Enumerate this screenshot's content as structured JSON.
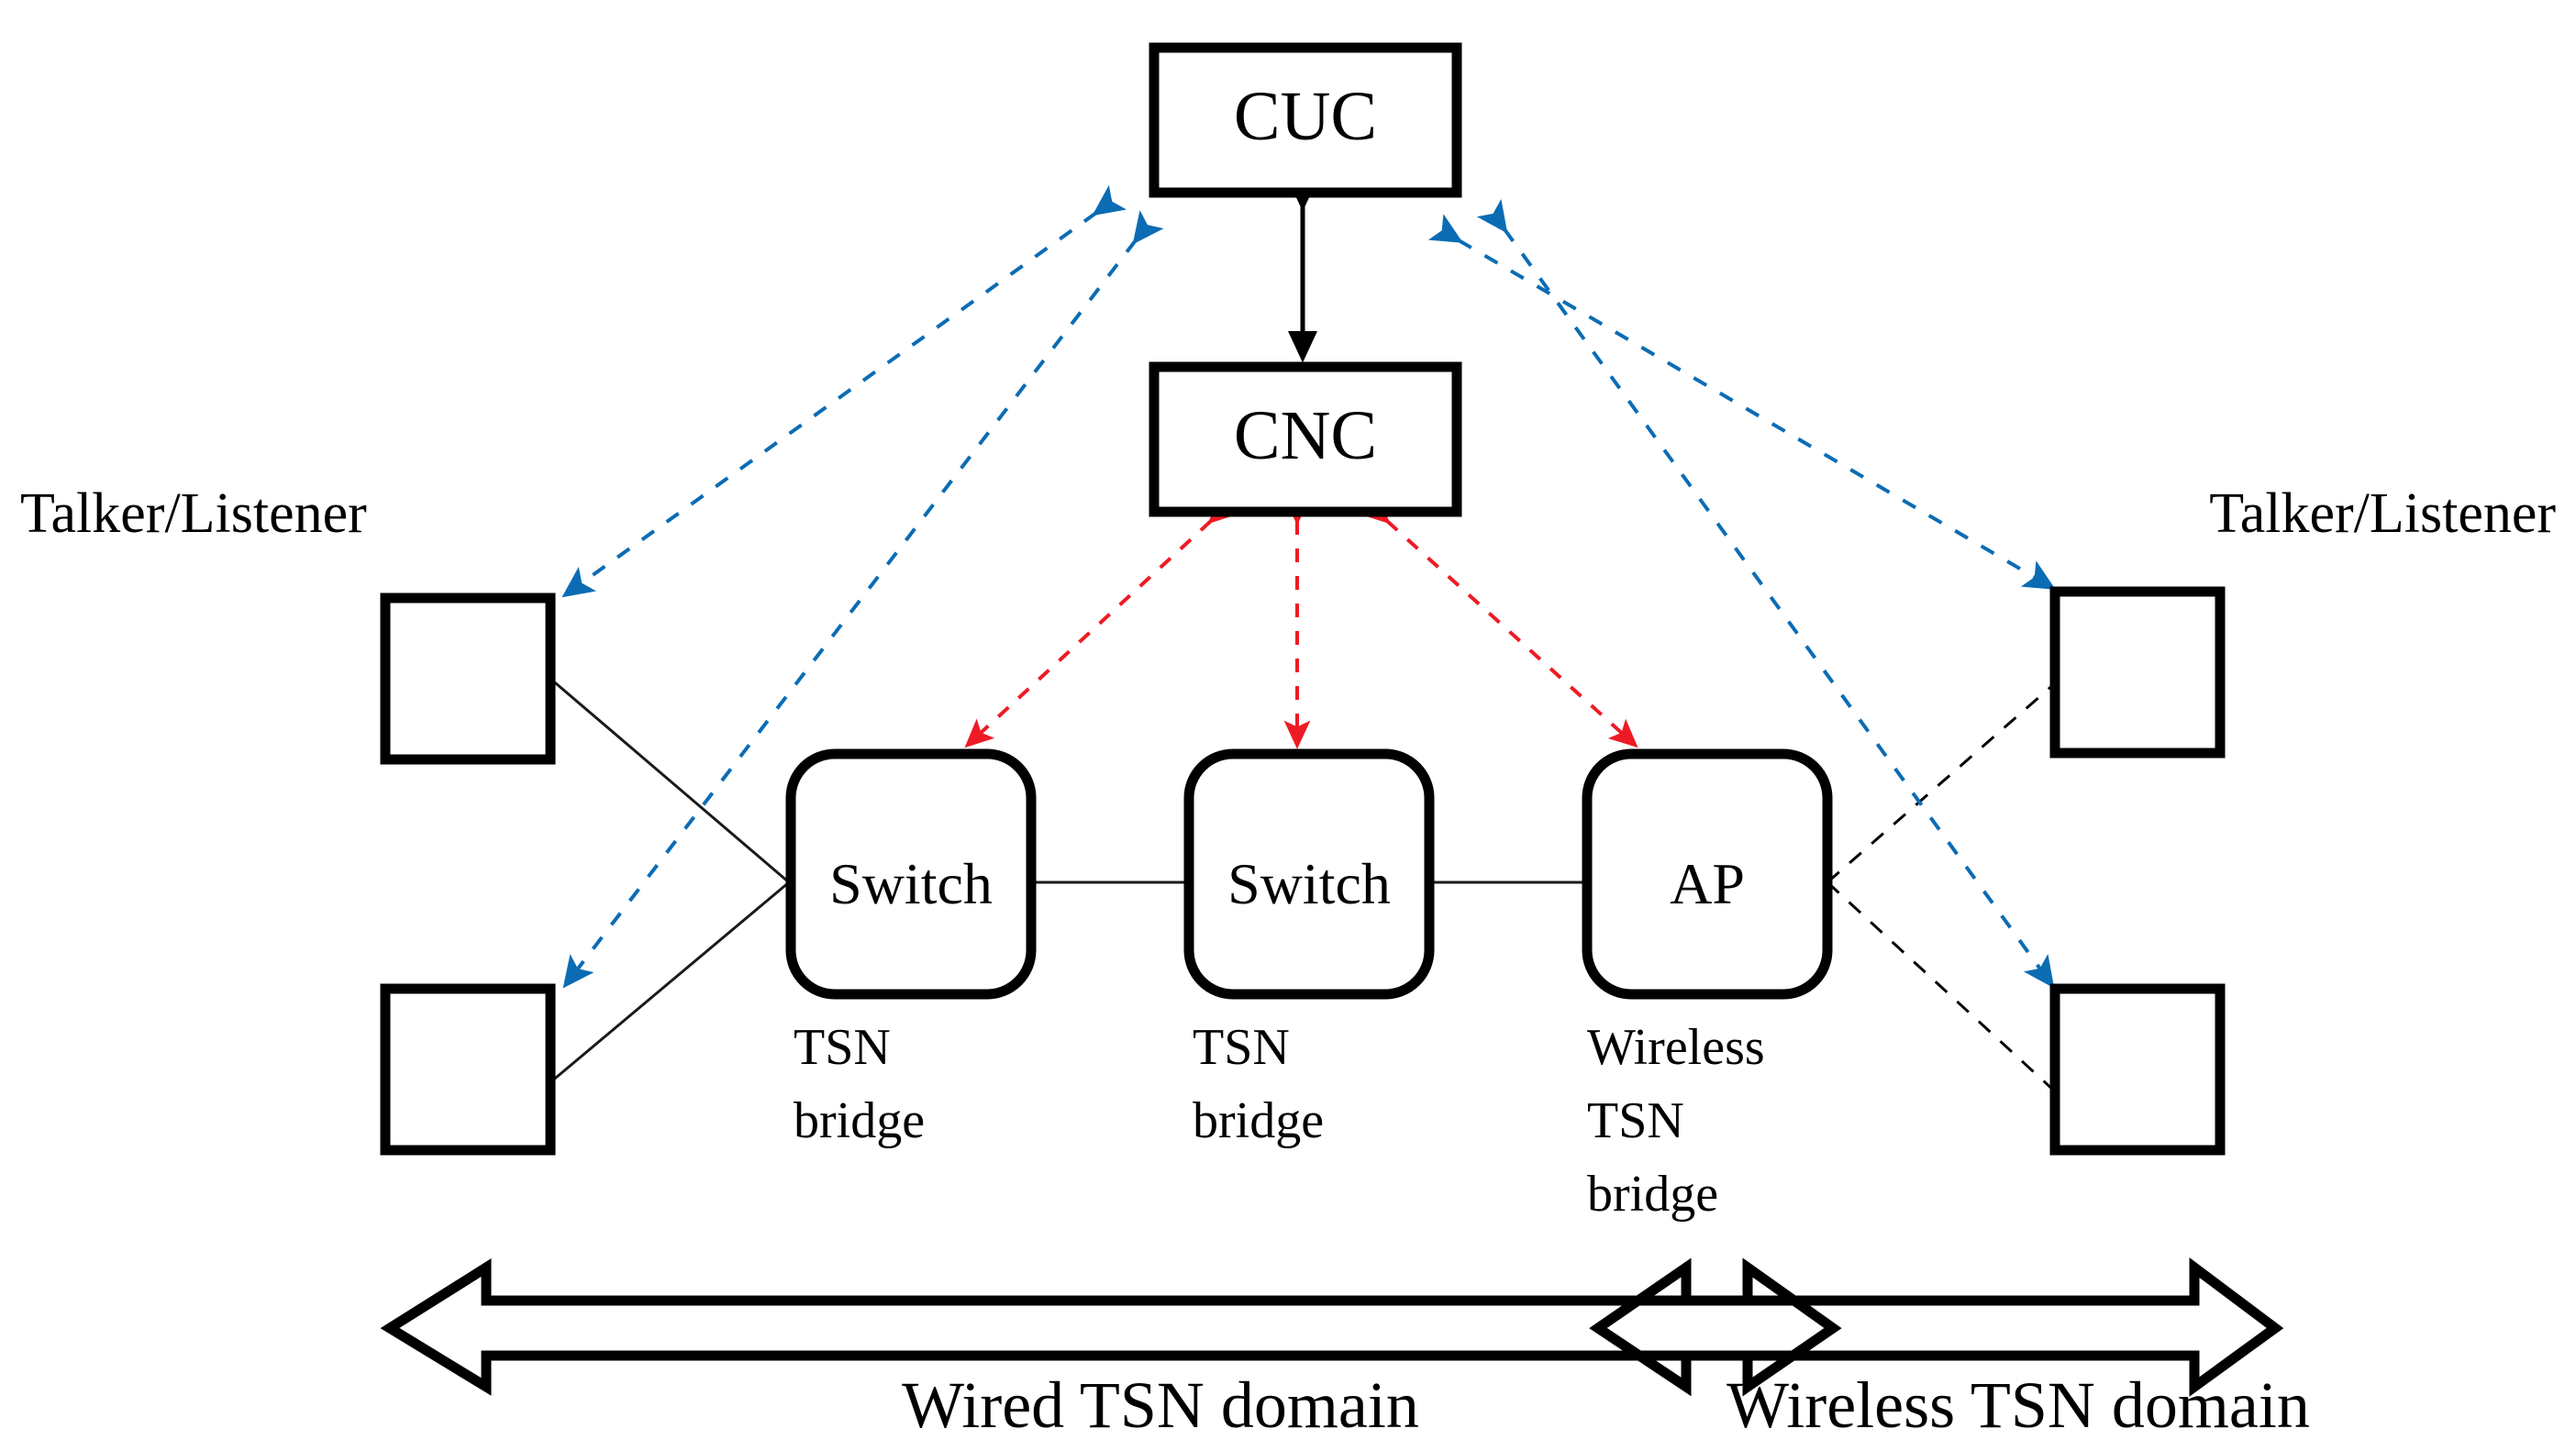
{
  "figure": {
    "title": "TSN network architecture with wired and wireless domains",
    "background_color": "#ffffff"
  },
  "colors": {
    "stroke_black": "#000000",
    "arrow_blue": "#0b6cb4",
    "arrow_red": "#ee1b24",
    "link_thin": "#1a1a1a"
  },
  "controllers": {
    "cuc": {
      "label": "CUC"
    },
    "cnc": {
      "label": "CNC"
    }
  },
  "bridges": [
    {
      "label": "Switch",
      "caption_lines": [
        "TSN",
        "bridge"
      ]
    },
    {
      "label": "Switch",
      "caption_lines": [
        "TSN",
        "bridge"
      ]
    },
    {
      "label": "AP",
      "caption_lines": [
        "Wireless",
        "TSN",
        "bridge"
      ]
    }
  ],
  "endpoints": {
    "left_label": "Talker/Listener",
    "right_label": "Talker/Listener",
    "left_count": 2,
    "right_count": 2
  },
  "domains": [
    {
      "label": "Wired TSN domain"
    },
    {
      "label": "Wireless TSN domain"
    }
  ]
}
